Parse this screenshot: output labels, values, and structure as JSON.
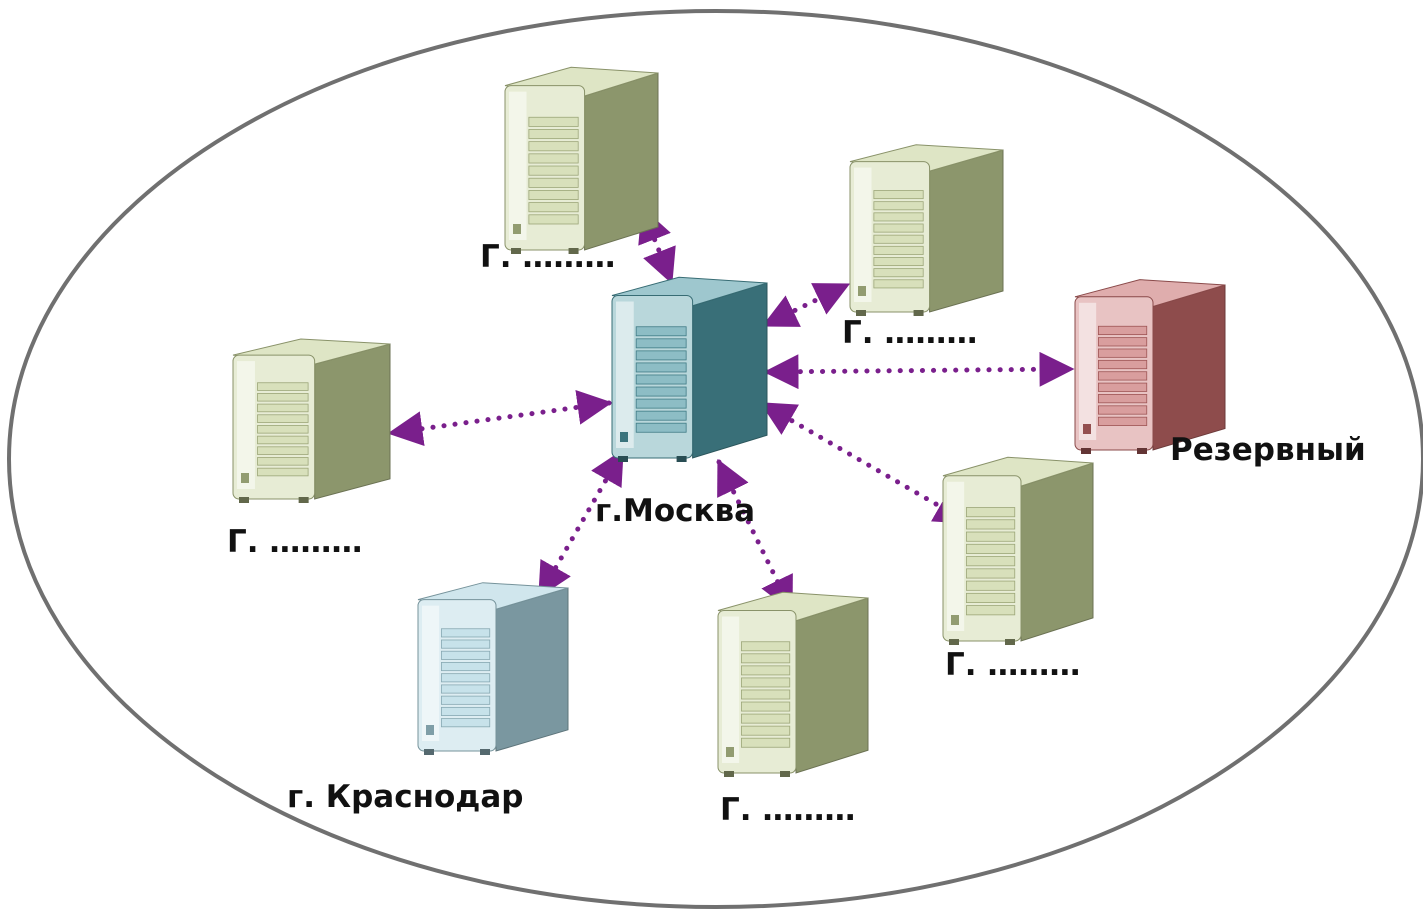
{
  "diagram": {
    "colors": {
      "ellipse_stroke": "#707070",
      "link": "#7a1f8c",
      "server_regular": "#c3d096",
      "server_central": "#4f9aa6",
      "server_krasnodar": "#a9d2de",
      "server_backup": "#c56a6a"
    },
    "nodes": [
      {
        "id": "moscow",
        "label": "г.Москва",
        "kind": "central",
        "icon": "server-icon"
      },
      {
        "id": "top",
        "label": "Г. ………",
        "kind": "regular",
        "icon": "server-icon"
      },
      {
        "id": "upper-right",
        "label": "Г. ………",
        "kind": "regular",
        "icon": "server-icon"
      },
      {
        "id": "backup",
        "label": "Резервный",
        "kind": "backup",
        "icon": "server-icon"
      },
      {
        "id": "left",
        "label": "Г. ………",
        "kind": "regular",
        "icon": "server-icon"
      },
      {
        "id": "right",
        "label": "Г. ………",
        "kind": "regular",
        "icon": "server-icon"
      },
      {
        "id": "bottom",
        "label": "Г. ………",
        "kind": "regular",
        "icon": "server-icon"
      },
      {
        "id": "krasnodar",
        "label": "г. Краснодар",
        "kind": "krasnodar",
        "icon": "server-icon"
      }
    ],
    "links": [
      {
        "from": "moscow",
        "to": "top",
        "style": "dotted",
        "arrows": "both"
      },
      {
        "from": "moscow",
        "to": "upper-right",
        "style": "dotted",
        "arrows": "both"
      },
      {
        "from": "moscow",
        "to": "backup",
        "style": "dotted",
        "arrows": "both"
      },
      {
        "from": "moscow",
        "to": "left",
        "style": "dotted",
        "arrows": "both"
      },
      {
        "from": "moscow",
        "to": "right",
        "style": "dotted",
        "arrows": "both"
      },
      {
        "from": "moscow",
        "to": "bottom",
        "style": "dotted",
        "arrows": "both"
      },
      {
        "from": "moscow",
        "to": "krasnodar",
        "style": "dotted",
        "arrows": "both"
      }
    ]
  }
}
